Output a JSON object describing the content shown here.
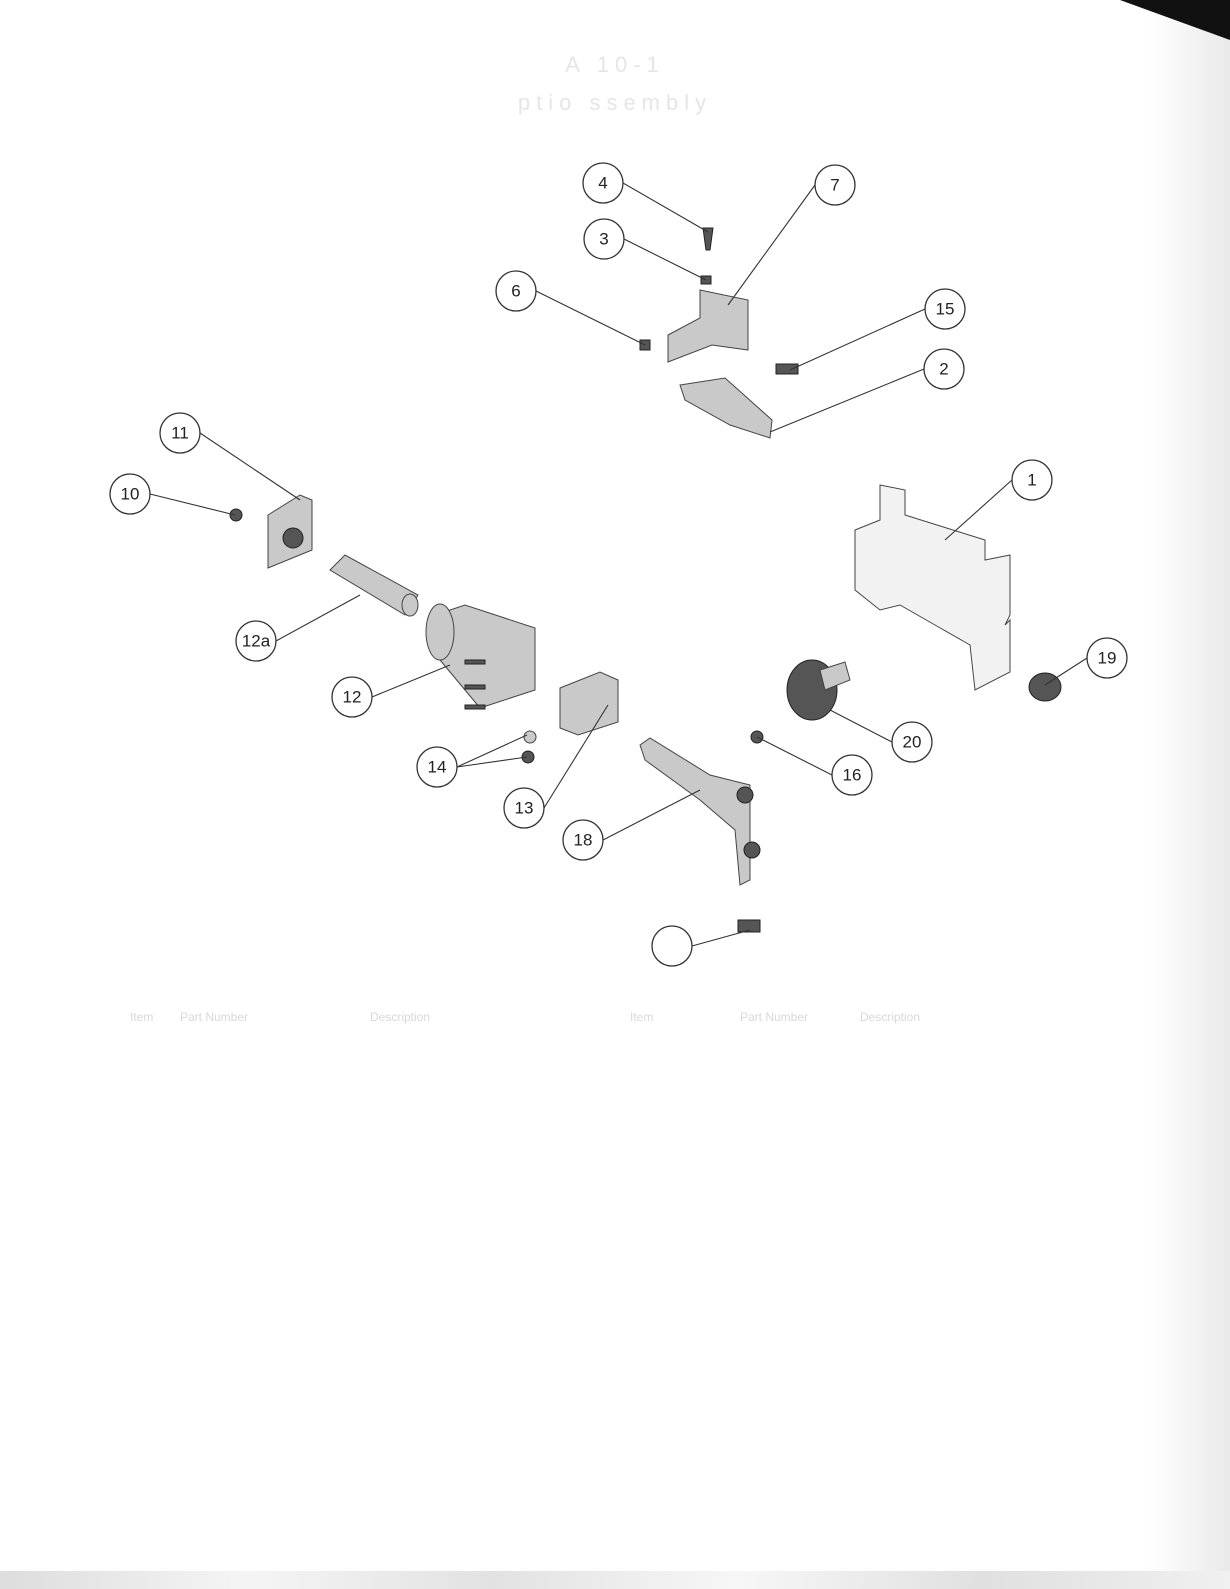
{
  "title": {
    "line1": "A   10-1",
    "line2": "ptio   ssembly"
  },
  "balloons": [
    "4",
    "7",
    "3",
    "6",
    "15",
    "2",
    "11",
    "1",
    "10",
    "12a",
    "19",
    "12",
    "20",
    "14",
    "16",
    "13",
    "18",
    ""
  ],
  "table": {
    "left_headers": [
      "Item",
      "Part Number",
      "Description"
    ],
    "right_headers": [
      "Item",
      "Part Number",
      "Description"
    ]
  }
}
